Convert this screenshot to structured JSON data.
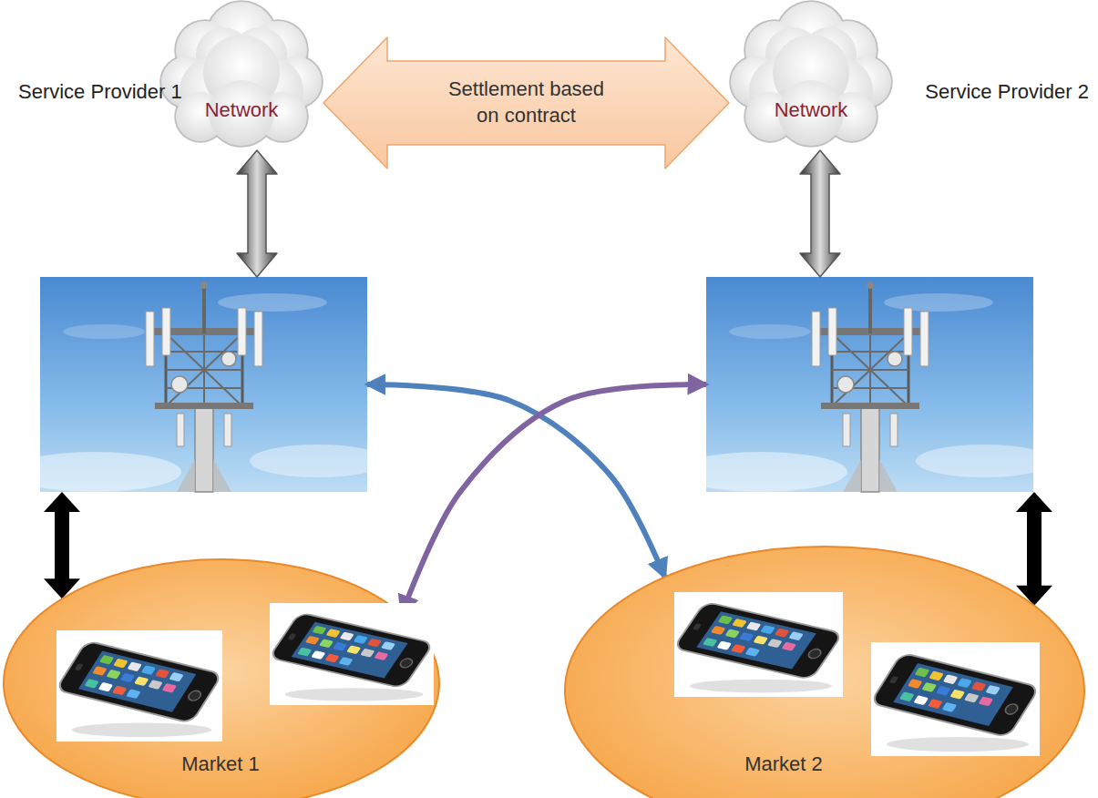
{
  "diagram": {
    "nodes": [
      {
        "text": [
          "Network"
        ]
      },
      {
        "text": [
          "Network"
        ]
      },
      {
        "text": [
          "Service Provider 1"
        ]
      },
      {
        "text": [
          "Service Provider 2"
        ]
      },
      {
        "text": [
          "Market 1"
        ]
      },
      {
        "text": [
          "Market 2"
        ]
      }
    ],
    "edges": [
      {
        "from": 0,
        "to": 1,
        "arrow": "both",
        "label": "Settlement based on contract"
      },
      {
        "from": 2,
        "to": 0,
        "arrow": "both"
      },
      {
        "from": 3,
        "to": 1,
        "arrow": "both"
      },
      {
        "from": 2,
        "to": 4,
        "arrow": "both"
      },
      {
        "from": 3,
        "to": 5,
        "arrow": "both"
      },
      {
        "from": 2,
        "to": 5,
        "arrow": "both"
      },
      {
        "from": 3,
        "to": 4,
        "arrow": "both"
      }
    ]
  }
}
